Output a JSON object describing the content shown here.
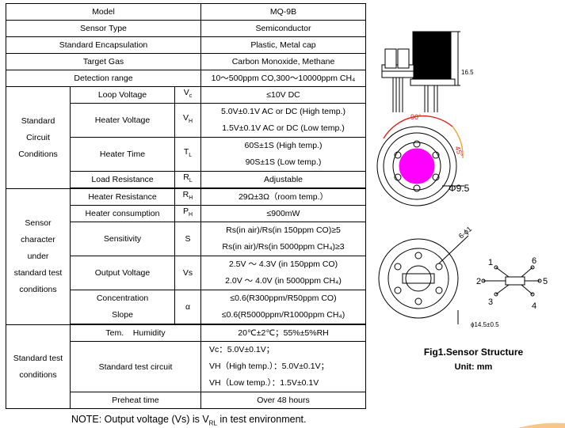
{
  "table": {
    "model": {
      "label": "Model",
      "value": "MQ-9B"
    },
    "sensor_type": {
      "label": "Sensor Type",
      "value": "Semiconductor"
    },
    "encapsulation": {
      "label": "Standard Encapsulation",
      "value": "Plastic, Metal cap"
    },
    "target_gas": {
      "label": "Target Gas",
      "value": "Carbon Monoxide, Methane"
    },
    "detection_range": {
      "label": "Detection range",
      "value": "10～500ppm CO,300～10000ppm CH₄"
    },
    "circuit": {
      "group_lines": [
        "Standard",
        "Circuit",
        "Conditions"
      ],
      "loop_voltage": {
        "name": "Loop Voltage",
        "symbol": "Vc",
        "value": "≤10V DC"
      },
      "heater_voltage": {
        "name": "Heater Voltage",
        "symbol": "VH",
        "values": [
          "5.0V±0.1V AC or DC (High temp.)",
          "1.5V±0.1V AC or DC (Low temp.)"
        ]
      },
      "heater_time": {
        "name": "Heater Time",
        "symbol": "TL",
        "values": [
          "60S±1S (High temp.)",
          "90S±1S (Low temp.)"
        ]
      },
      "load_resistance": {
        "name": "Load Resistance",
        "symbol": "RL",
        "value": "Adjustable"
      }
    },
    "character": {
      "group_lines": [
        "Sensor",
        "character",
        "under",
        "standard test",
        "conditions"
      ],
      "heater_resistance": {
        "name": "Heater Resistance",
        "symbol": "RH",
        "value": "29Ω±3Ω（room temp.）"
      },
      "heater_consumption": {
        "name": "Heater consumption",
        "symbol": "PH",
        "value": "≤900mW"
      },
      "sensitivity": {
        "name": "Sensitivity",
        "symbol": "S",
        "values": [
          "Rs(in air)/Rs(in 150ppm CO)≥5",
          "Rs(in air)/Rs(in 5000ppm CH₄)≥3"
        ]
      },
      "output_voltage": {
        "name": "Output Voltage",
        "symbol": "Vs",
        "values": [
          "2.5V ～ 4.3V (in 150ppm CO)",
          "2.0V ～ 4.0V (in 5000ppm    CH₄)"
        ]
      },
      "concentration_slope": {
        "name_lines": [
          "Concentration",
          "Slope"
        ],
        "symbol": "α",
        "values": [
          "≤0.6(R300ppm/R50ppm CO)",
          "≤0.6(R5000ppm/R1000ppm CH₄)"
        ]
      }
    },
    "test": {
      "group_lines": [
        "Standard test",
        "conditions"
      ],
      "temp_humidity": {
        "name": "Tem.    Humidity",
        "value": "20℃±2℃；55%±5%RH"
      },
      "circuit": {
        "name": "Standard test circuit",
        "values": [
          "Vc：5.0V±0.1V；",
          "VH（High temp.）：5.0V±0.1V；",
          "VH（Low temp.）：1.5V±0.1V"
        ]
      },
      "preheat": {
        "name": "Preheat time",
        "value": "Over 48 hours"
      }
    }
  },
  "note": {
    "prefix": "NOTE: Output voltage (Vs) is V",
    "sub": "RL",
    "suffix": " in test environment."
  },
  "figure": {
    "height_label": "16.5",
    "angle_90": "90°",
    "angle_45": "45°",
    "diameter_label": "Φ9.5",
    "pins_label": "6-ϕ1",
    "outer_diameter_label": "ϕ14.5±0.5",
    "pin_numbers": [
      "1",
      "2",
      "3",
      "4",
      "5",
      "6"
    ],
    "caption": "Fig1.Sensor Structure",
    "unit": "Unit: mm",
    "colors": {
      "magenta": "#ff00ff",
      "red": "#e0201a",
      "orange": "#f2a13a"
    }
  }
}
